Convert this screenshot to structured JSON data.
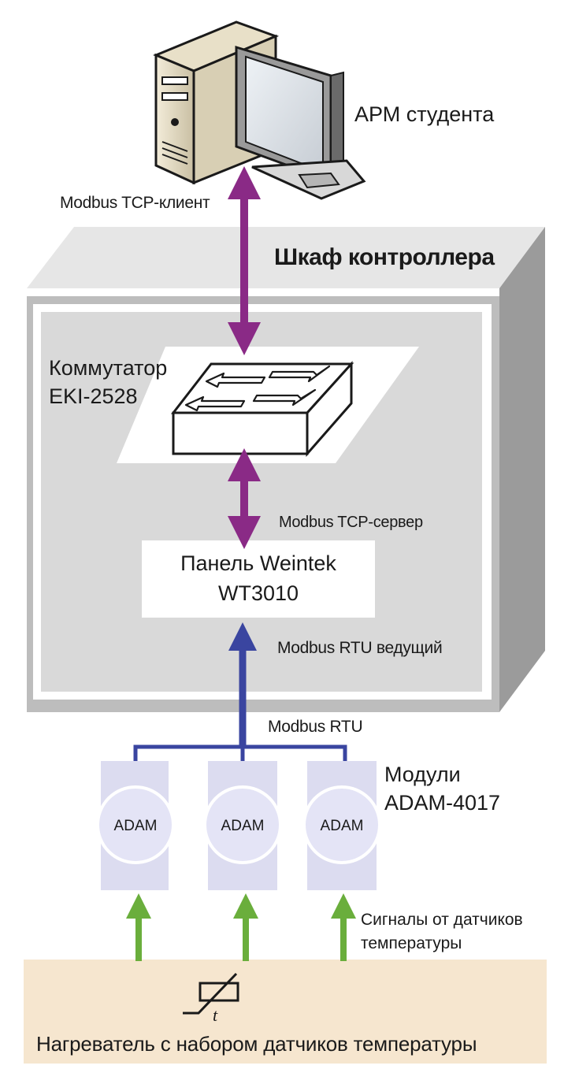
{
  "workstation": {
    "label": "АРМ студента",
    "protocol_label": "Modbus TCP-клиент",
    "icon": "computer-icon"
  },
  "cabinet": {
    "title": "Шкаф контроллера"
  },
  "switch": {
    "label_line1": "Коммутатор",
    "label_line2": "EKI-2528",
    "icon": "network-switch-icon",
    "protocol_label": "Modbus TCP-сервер"
  },
  "panel": {
    "label_line1": "Панель Weintek",
    "label_line2": "WT3010",
    "protocol_label": "Modbus RTU ведущий"
  },
  "bus": {
    "label": "Modbus RTU"
  },
  "modules": {
    "label_line1": "Модули",
    "label_line2": "ADAM-4017",
    "items": [
      {
        "label": "ADAM"
      },
      {
        "label": "ADAM"
      },
      {
        "label": "ADAM"
      }
    ],
    "signal_label_line1": "Сигналы от датчиков",
    "signal_label_line2": "температуры"
  },
  "heater": {
    "label": "Нагреватель с набором датчиков температуры",
    "sensor_symbol": "t",
    "icon": "thermistor-icon"
  },
  "colors": {
    "tcp_link": "#8a2a86",
    "rtu_link": "#3a45a0",
    "signal_link": "#6aae3c",
    "module_fill": "#dcdcf0",
    "module_circle": "#e4e4f6",
    "heater_fill": "#f6e6cf",
    "cabinet_gray": "#d9d9d9"
  }
}
